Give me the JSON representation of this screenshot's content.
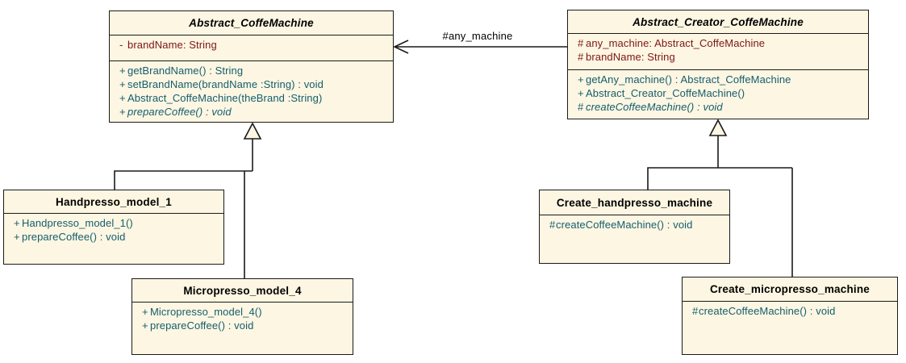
{
  "diagram": {
    "type": "uml-class-diagram",
    "colors": {
      "box-fill": "#fcf6e2",
      "border": "#1a1a1a",
      "attr-color": "#7e1616",
      "op-color": "#155d6e",
      "title-color": "#000000",
      "label-color": "#000000",
      "canvas-bg": "#ffffff"
    }
  },
  "classes": [
    {
      "name": "Abstract_CoffeMachine",
      "stereotype": "abstract",
      "attributes": [
        {
          "visibility": "-",
          "text": "brandName: String"
        }
      ],
      "operations": [
        {
          "visibility": "+",
          "text": "getBrandName() : String"
        },
        {
          "visibility": "+",
          "text": "setBrandName(brandName :String) : void"
        },
        {
          "visibility": "+",
          "text": "Abstract_CoffeMachine(theBrand :String)"
        },
        {
          "visibility": "+",
          "text": "prepareCoffee() : void",
          "abstract": true
        }
      ]
    },
    {
      "name": "Abstract_Creator_CoffeMachine",
      "stereotype": "abstract",
      "attributes": [
        {
          "visibility": "#",
          "text": "any_machine: Abstract_CoffeMachine"
        },
        {
          "visibility": "#",
          "text": "brandName: String"
        }
      ],
      "operations": [
        {
          "visibility": "+",
          "text": "getAny_machine() : Abstract_CoffeMachine"
        },
        {
          "visibility": "+",
          "text": "Abstract_Creator_CoffeMachine()"
        },
        {
          "visibility": "#",
          "text": "createCoffeeMachine() : void",
          "abstract": true
        }
      ]
    },
    {
      "name": "Handpresso_model_1",
      "stereotype": "concrete",
      "attributes": [],
      "operations": [
        {
          "visibility": "+",
          "text": "Handpresso_model_1()"
        },
        {
          "visibility": "+",
          "text": "prepareCoffee() : void"
        }
      ]
    },
    {
      "name": "Micropresso_model_4",
      "stereotype": "concrete",
      "attributes": [],
      "operations": [
        {
          "visibility": "+",
          "text": "Micropresso_model_4()"
        },
        {
          "visibility": "+",
          "text": "prepareCoffee() : void"
        }
      ]
    },
    {
      "name": "Create_handpresso_machine",
      "stereotype": "concrete",
      "attributes": [],
      "operations": [
        {
          "visibility": "#",
          "text": "createCoffeeMachine() : void"
        }
      ]
    },
    {
      "name": "Create_micropresso_machine",
      "stereotype": "concrete",
      "attributes": [],
      "operations": [
        {
          "visibility": "#",
          "text": "createCoffeeMachine() : void"
        }
      ]
    }
  ],
  "relations": {
    "association": {
      "label": "#any_machine",
      "from": "Abstract_Creator_CoffeMachine",
      "to": "Abstract_CoffeMachine"
    },
    "generalizations": [
      {
        "parent": "Abstract_CoffeMachine",
        "children": [
          "Handpresso_model_1",
          "Micropresso_model_4"
        ]
      },
      {
        "parent": "Abstract_Creator_CoffeMachine",
        "children": [
          "Create_handpresso_machine",
          "Create_micropresso_machine"
        ]
      }
    ]
  }
}
